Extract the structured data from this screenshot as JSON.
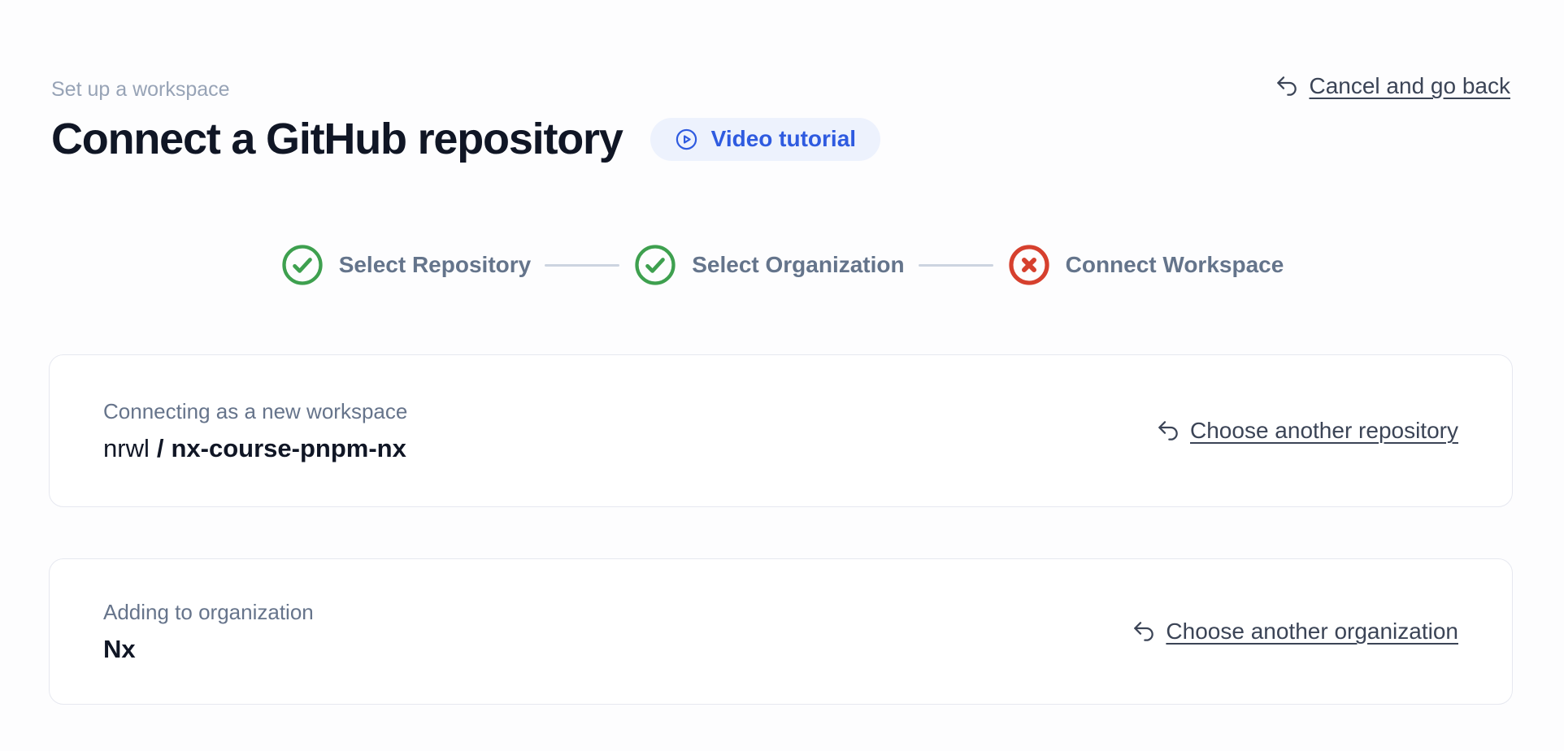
{
  "header": {
    "eyebrow": "Set up a workspace",
    "title": "Connect a GitHub repository",
    "video_button": {
      "label": "Video tutorial",
      "icon": "play-circle-icon"
    },
    "cancel_link": {
      "label": "Cancel and go back",
      "icon": "undo-arrow-icon"
    }
  },
  "stepper": {
    "steps": [
      {
        "label": "Select Repository",
        "status": "complete",
        "icon": "check-circle-icon"
      },
      {
        "label": "Select Organization",
        "status": "complete",
        "icon": "check-circle-icon"
      },
      {
        "label": "Connect Workspace",
        "status": "error",
        "icon": "x-circle-icon"
      }
    ]
  },
  "cards": {
    "repository": {
      "label": "Connecting as a new workspace",
      "org": "nrwl",
      "separator": "/",
      "repo": "nx-course-pnpm-nx",
      "action": {
        "label": "Choose another repository",
        "icon": "undo-arrow-icon"
      }
    },
    "organization": {
      "label": "Adding to organization",
      "name": "Nx",
      "action": {
        "label": "Choose another organization",
        "icon": "undo-arrow-icon"
      }
    }
  },
  "colors": {
    "heading": "#101625",
    "muted": "#97a3b6",
    "muted2": "#66748b",
    "step_text": "#64748b",
    "link": "#3b4456",
    "accent_blue": "#2f5be0",
    "pill_bg": "#edf2fd",
    "success": "#3ea04f",
    "error": "#d6402e",
    "connector": "#ccd4e0",
    "card_border": "#e6e8f0"
  }
}
